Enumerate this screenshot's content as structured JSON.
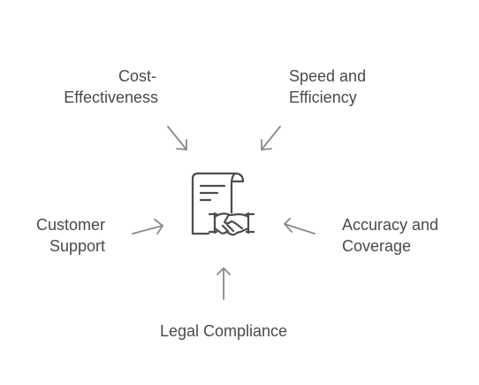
{
  "diagram": {
    "center_icon": "contract-handshake-icon",
    "factors": [
      {
        "lines": [
          "Cost-",
          "Effectiveness"
        ]
      },
      {
        "lines": [
          "Speed and",
          "Efficiency"
        ]
      },
      {
        "lines": [
          "Customer",
          "Support"
        ]
      },
      {
        "lines": [
          "Accuracy and",
          "Coverage"
        ]
      },
      {
        "lines": [
          "Legal Compliance"
        ]
      }
    ],
    "colors": {
      "text": "#4a4a4a",
      "stroke": "#4d4d4d",
      "arrow": "#8a8a8a"
    }
  }
}
